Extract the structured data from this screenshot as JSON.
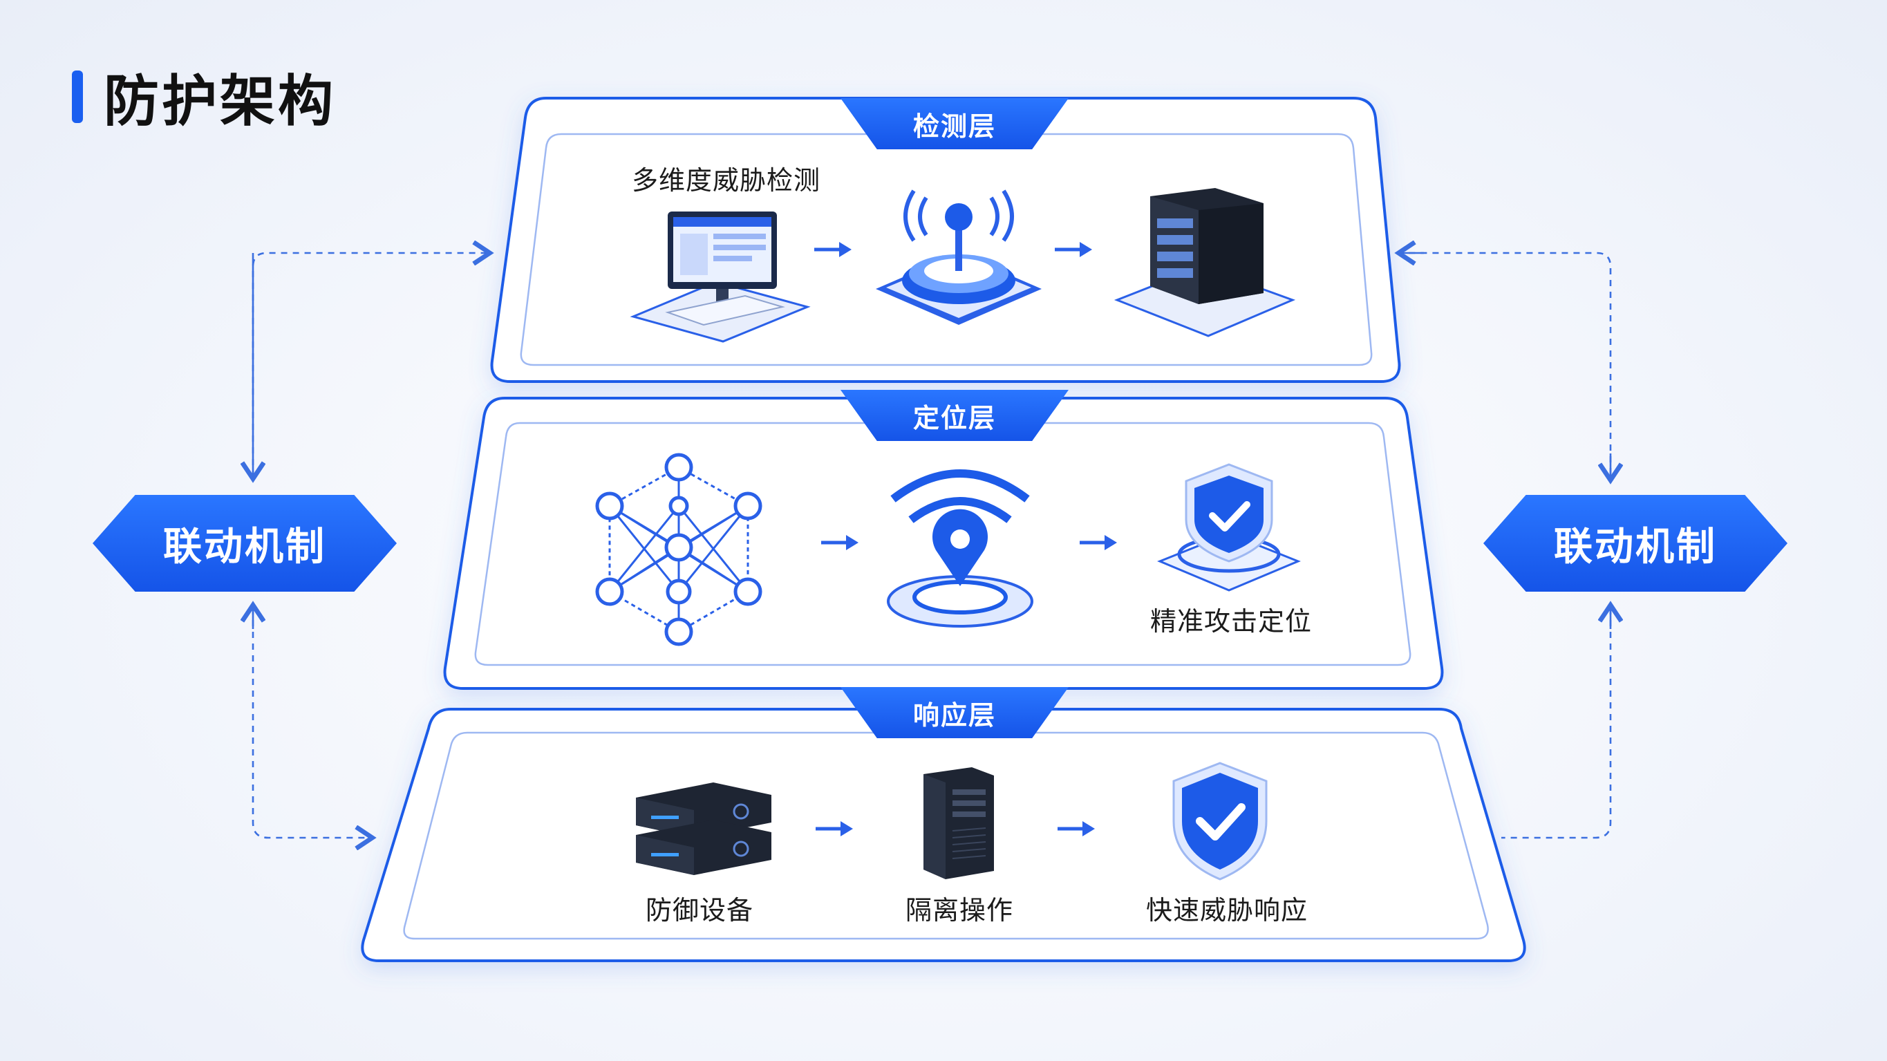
{
  "title": "防护架构",
  "side_left": "联动机制",
  "side_right": "联动机制",
  "layers": [
    {
      "name": "检测层",
      "label": "多维度威胁检测",
      "icons": [
        "monitor-icon",
        "sensor-beacon-icon",
        "server-rack-icon"
      ]
    },
    {
      "name": "定位层",
      "label": "精准攻击定位",
      "icons": [
        "network-graph-icon",
        "location-signal-icon",
        "shield-check-icon"
      ]
    },
    {
      "name": "响应层",
      "labels": [
        "防御设备",
        "隔离操作",
        "快速威胁响应"
      ],
      "icons": [
        "defense-appliance-icon",
        "tower-server-icon",
        "shield-check-icon"
      ]
    }
  ],
  "colors": {
    "accent": "#1a5ff0",
    "frame": "#2563eb",
    "dashed": "#3b6fe0"
  }
}
